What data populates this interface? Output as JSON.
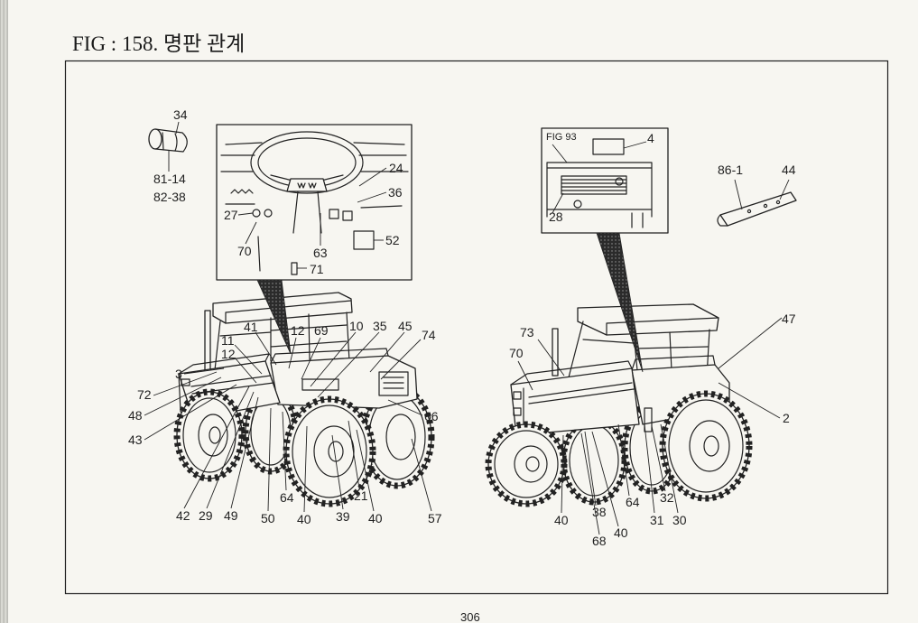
{
  "title": "FIG : 158. 명판 관계",
  "page_number": "306",
  "part_34": {
    "ref": "34",
    "codes": [
      "81-14",
      "82-38"
    ]
  },
  "dashboard_inset": {
    "labels": [
      "24",
      "36",
      "27",
      "70",
      "63",
      "52",
      "71"
    ]
  },
  "hood_inset": {
    "fig_ref": "FIG 93",
    "labels": [
      "4",
      "28"
    ]
  },
  "bracket_part": {
    "labels": [
      "86-1",
      "44"
    ]
  },
  "left_tractor": {
    "labels": [
      "41",
      "12",
      "69",
      "10",
      "35",
      "45",
      "74",
      "11",
      "12",
      "3",
      "72",
      "48",
      "43",
      "66",
      "42",
      "29",
      "49",
      "50",
      "64",
      "40",
      "39",
      "40",
      "21",
      "57"
    ]
  },
  "right_tractor": {
    "labels": [
      "73",
      "70",
      "47",
      "2",
      "40",
      "38",
      "68",
      "40",
      "64",
      "32",
      "31",
      "30"
    ]
  },
  "colors": {
    "ink": "#222222",
    "paper": "#f7f6f1"
  }
}
